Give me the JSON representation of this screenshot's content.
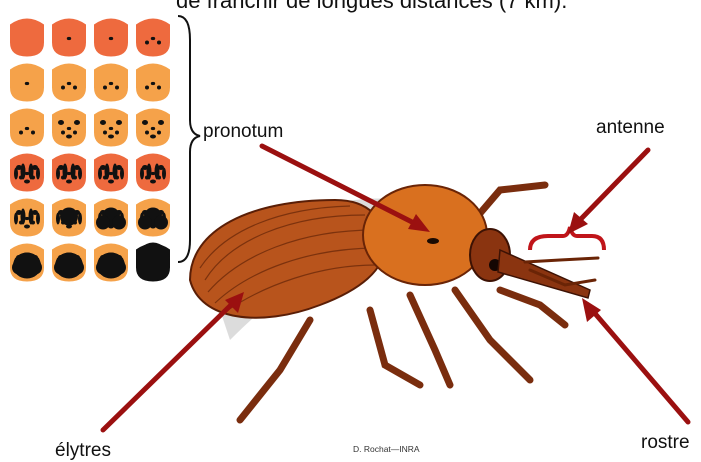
{
  "header": {
    "text": "de franchir de longues distances (7 km)."
  },
  "labels": {
    "pronotum": "pronotum",
    "antenne": "antenne",
    "elytres": "élytres",
    "rostre": "rostre"
  },
  "credit": "D. Rochat—INRA",
  "colors": {
    "arrow": "#9b1010",
    "brace_antenne": "#c0151a",
    "beetle_body": "#b8541c",
    "pronotum": "#d9701f"
  },
  "pronotum_variants": {
    "rows": 6,
    "cols": 4,
    "fills": [
      [
        "#ee6a3e",
        "#ee6a3e",
        "#ee6a3e",
        "#ee6a3e"
      ],
      [
        "#f5a24a",
        "#f5a24a",
        "#f5a24a",
        "#f5a24a"
      ],
      [
        "#f5a24a",
        "#f5a24a",
        "#f5a24a",
        "#f5a24a"
      ],
      [
        "#ee6a3e",
        "#ee6a3e",
        "#ee6a3e",
        "#ee6a3e"
      ],
      [
        "#f5a24a",
        "#f5a24a",
        "#f5a24a",
        "#f5a24a"
      ],
      [
        "#f5a24a",
        "#f5a24a",
        "#f5a24a",
        "#111111"
      ]
    ],
    "spot_level": [
      [
        0,
        1,
        1,
        2
      ],
      [
        1,
        2,
        2,
        2
      ],
      [
        2,
        3,
        3,
        3
      ],
      [
        4,
        4,
        4,
        4
      ],
      [
        4,
        5,
        6,
        6
      ],
      [
        7,
        7,
        7,
        8
      ]
    ]
  }
}
